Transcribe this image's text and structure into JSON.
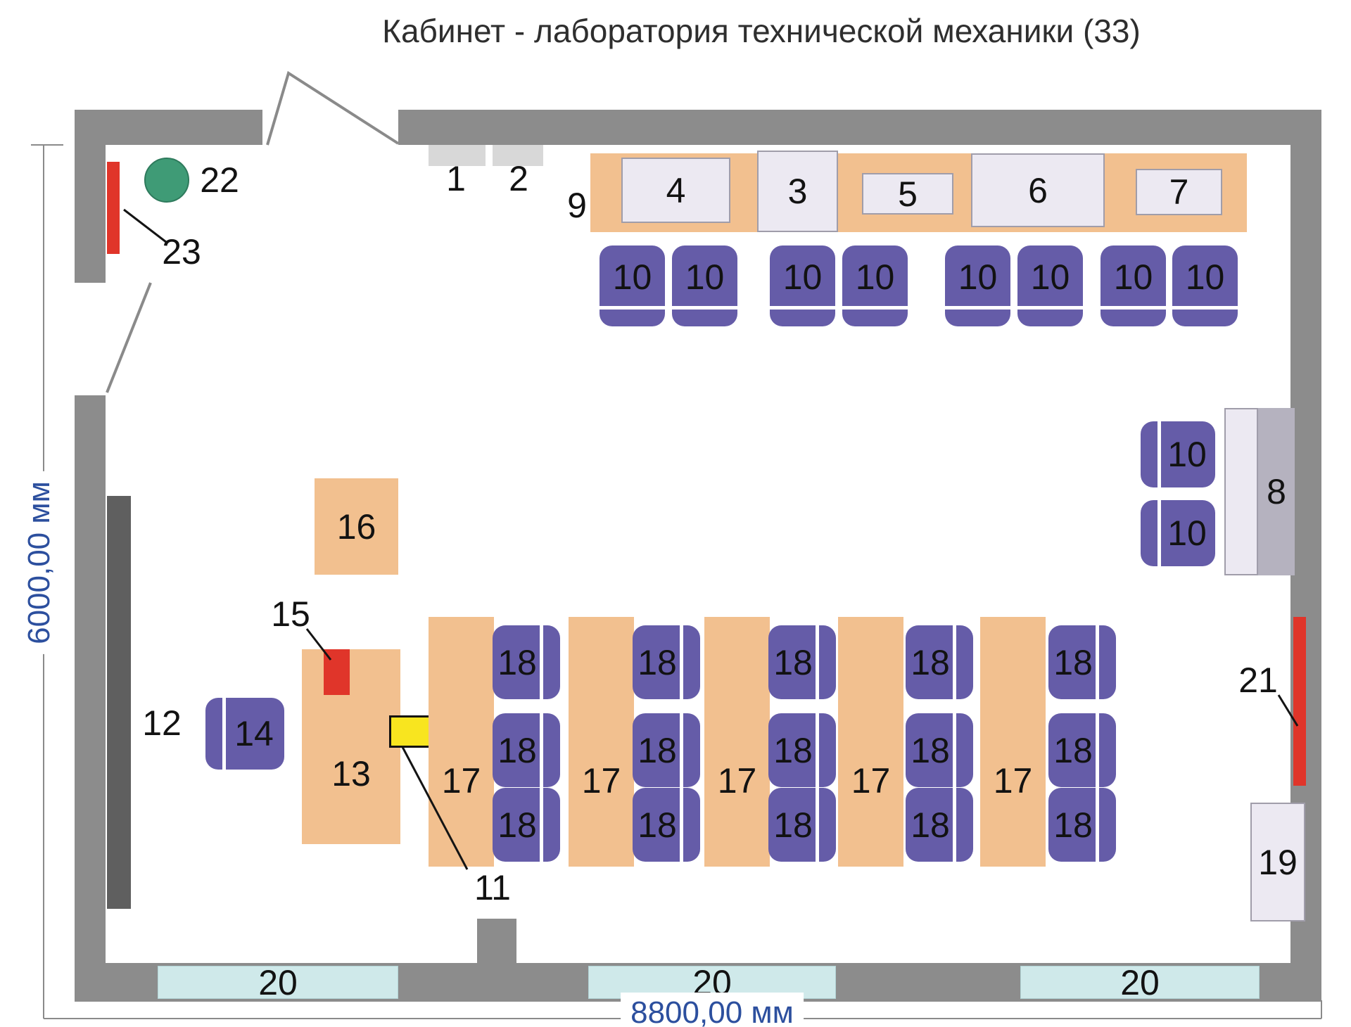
{
  "title": "Кабинет - лаборатория технической механики (33)",
  "dimensions": {
    "height_label": "6000,00 мм",
    "width_label": "8800,00 мм"
  },
  "labels": {
    "item1": "1",
    "item2": "2",
    "item3": "3",
    "item4": "4",
    "item5": "5",
    "item6": "6",
    "item7": "7",
    "item8": "8",
    "item9": "9",
    "chair": "10",
    "item11": "11",
    "item12": "12",
    "item13": "13",
    "item14": "14",
    "item15": "15",
    "item16": "16",
    "desk": "17",
    "student_chair": "18",
    "item19": "19",
    "window": "20",
    "item21": "21",
    "item22": "22",
    "item23": "23"
  },
  "colors": {
    "wall": "#8c8c8c",
    "board": "#5f5f5f",
    "orange": "#f2c08f",
    "chair": "#655ca8",
    "light_item": "#ece9f2",
    "gray_part": "#b5b2bf",
    "strip": "#d8d8d8",
    "window": "#cfe9ea",
    "red": "#e0352a",
    "yellow": "#f8e51f",
    "green": "#3f9b76",
    "dim_blue": "#2c4f9e"
  }
}
